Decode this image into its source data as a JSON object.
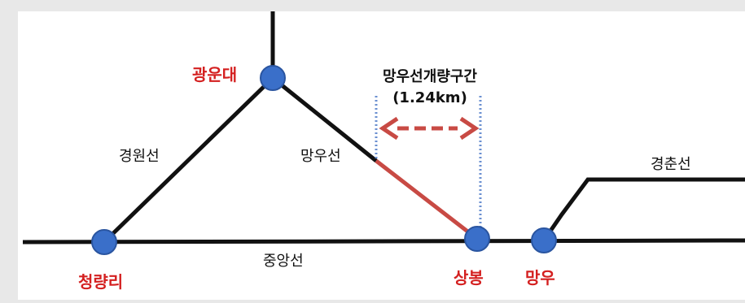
{
  "stations": {
    "gwangundae": "광운대",
    "cheongnyangni": "청량리",
    "sangbong": "상봉",
    "mangu": "망우"
  },
  "lines": {
    "gyeongwon": "경원선",
    "mangu": "망우선",
    "jungang": "중앙선",
    "gyeongchun": "경춘선"
  },
  "annotation": {
    "title": "망우선개량구간",
    "length": "(1.24km)"
  },
  "colors": {
    "background": "#e8e8e8",
    "canvas": "#ffffff",
    "track": "#111111",
    "station_fill": "#3a6fc9",
    "station_stroke": "#2a55a0",
    "station_label": "#d42020",
    "improved_section": "#c84a44",
    "dotted_guide": "#6a8fd0",
    "arrow": "#c84a44"
  }
}
